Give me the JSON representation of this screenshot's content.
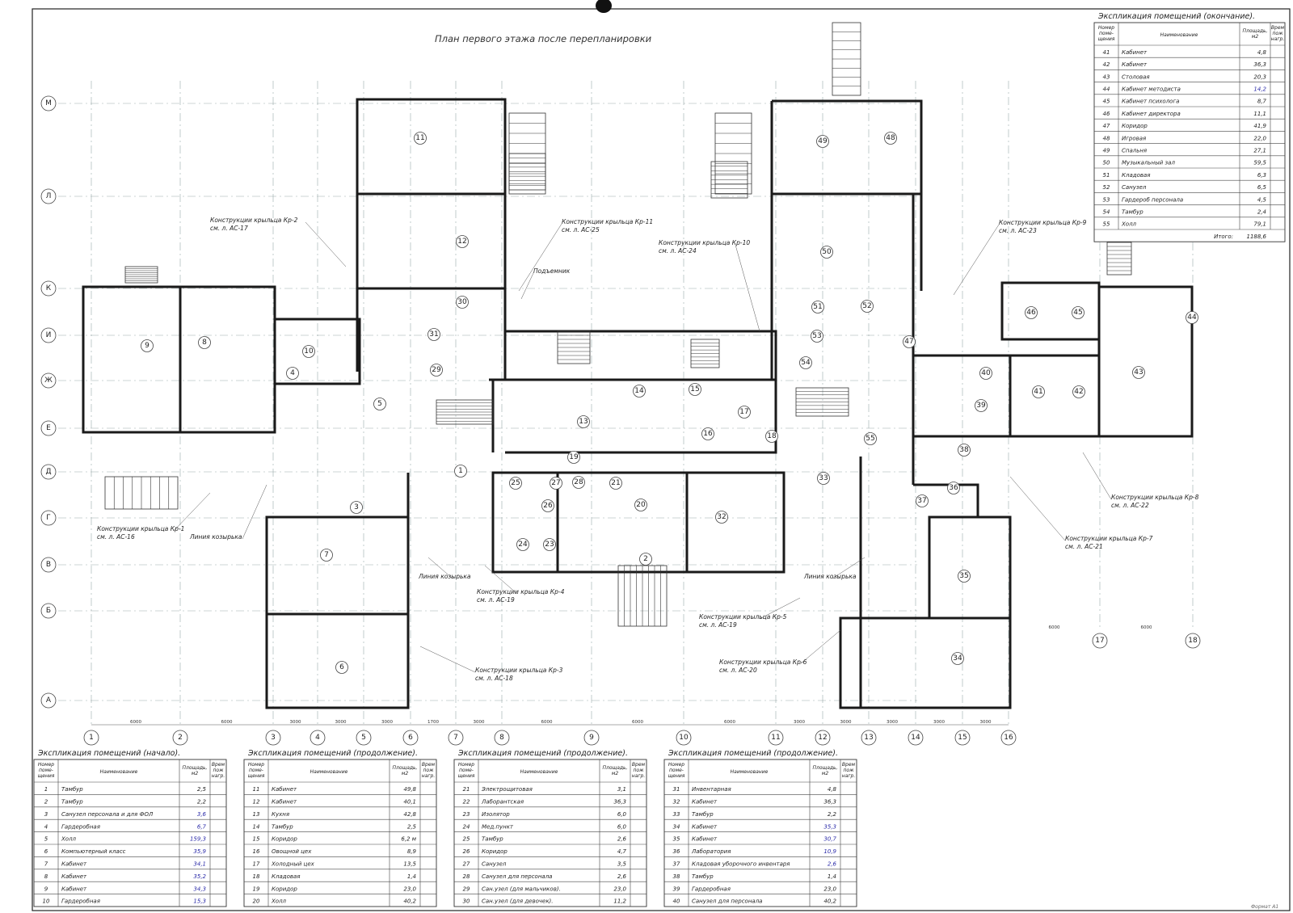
{
  "plan_title": "План первого этажа после перепланировки",
  "format_label": "Формат А1",
  "grid": {
    "columns": [
      "1",
      "2",
      "3",
      "4",
      "5",
      "6",
      "7",
      "8",
      "9",
      "10",
      "11",
      "12",
      "13",
      "14",
      "15",
      "16",
      "17",
      "18"
    ],
    "rows": [
      "М",
      "Л",
      "К",
      "И",
      "Ж",
      "Е",
      "Д",
      "Г",
      "В",
      "Б",
      "А"
    ],
    "col_spacings": [
      "6000",
      "6000",
      "3000",
      "3000",
      "3000",
      "1700",
      "3000",
      "6000",
      "6000",
      "6000",
      "3000",
      "3000",
      "3000",
      "3000",
      "3000",
      "6000",
      "6000"
    ]
  },
  "rooms": [
    {
      "n": "1"
    },
    {
      "n": "2"
    },
    {
      "n": "3"
    },
    {
      "n": "4"
    },
    {
      "n": "5"
    },
    {
      "n": "6"
    },
    {
      "n": "7"
    },
    {
      "n": "8"
    },
    {
      "n": "9"
    },
    {
      "n": "10"
    },
    {
      "n": "11"
    },
    {
      "n": "12"
    },
    {
      "n": "13"
    },
    {
      "n": "14"
    },
    {
      "n": "15"
    },
    {
      "n": "16"
    },
    {
      "n": "17"
    },
    {
      "n": "18"
    },
    {
      "n": "19"
    },
    {
      "n": "20"
    },
    {
      "n": "21"
    },
    {
      "n": "23"
    },
    {
      "n": "24"
    },
    {
      "n": "25"
    },
    {
      "n": "26"
    },
    {
      "n": "27"
    },
    {
      "n": "28"
    },
    {
      "n": "29"
    },
    {
      "n": "30"
    },
    {
      "n": "31"
    },
    {
      "n": "32"
    },
    {
      "n": "33"
    },
    {
      "n": "34"
    },
    {
      "n": "35"
    },
    {
      "n": "36"
    },
    {
      "n": "37"
    },
    {
      "n": "38"
    },
    {
      "n": "39"
    },
    {
      "n": "40"
    },
    {
      "n": "41"
    },
    {
      "n": "42"
    },
    {
      "n": "43"
    },
    {
      "n": "44"
    },
    {
      "n": "45"
    },
    {
      "n": "46"
    },
    {
      "n": "48"
    },
    {
      "n": "49"
    },
    {
      "n": "50"
    },
    {
      "n": "51"
    },
    {
      "n": "52"
    },
    {
      "n": "53"
    },
    {
      "n": "54"
    },
    {
      "n": "55"
    },
    {
      "n": "47"
    }
  ],
  "callouts": [
    {
      "line1": "Конструкции крыльца Кр-2",
      "line2": "см. л. АС-17"
    },
    {
      "line1": "Конструкции крыльца Кр-11",
      "line2": "см. л. АС-25"
    },
    {
      "line1": "Конструкции крыльца Кр-10",
      "line2": "см. л. АС-24"
    },
    {
      "line1": "Конструкции крыльца Кр-9",
      "line2": "см. л. АС-23"
    },
    {
      "line1": "Подъемник",
      "line2": ""
    },
    {
      "line1": "Конструкции крыльца Кр-1",
      "line2": "см. л. АС-16"
    },
    {
      "line1": "Линия козырька",
      "line2": ""
    },
    {
      "line1": "Линия козырька",
      "line2": ""
    },
    {
      "line1": "Конструкции крыльца Кр-4",
      "line2": "см. л. АС-19"
    },
    {
      "line1": "Линия козырька",
      "line2": ""
    },
    {
      "line1": "Конструкции крыльца Кр-5",
      "line2": "см. л. АС-19"
    },
    {
      "line1": "Конструкции крыльца Кр-3",
      "line2": "см. л. АС-18"
    },
    {
      "line1": "Конструкции крыльца Кр-6",
      "line2": "см. л. АС-20"
    },
    {
      "line1": "Конструкции крыльца Кр-8",
      "line2": "см. л. АС-22"
    },
    {
      "line1": "Конструкции крыльца Кр-7",
      "line2": "см. л. АС-21"
    }
  ],
  "table_headers": {
    "num": "Номер поме- щения",
    "name": "Наименование",
    "area": "Площадь, м2",
    "cat": "Врем пож нагр."
  },
  "tables": [
    {
      "title": "Экспликация помещений (начало).",
      "rows": [
        {
          "n": "1",
          "name": "Тамбур",
          "area": "2,5",
          "blue": false
        },
        {
          "n": "2",
          "name": "Тамбур",
          "area": "2,2",
          "blue": false
        },
        {
          "n": "3",
          "name": "Санузел персонала и для ФОЛ",
          "area": "3,6",
          "blue": true
        },
        {
          "n": "4",
          "name": "Гардеробная",
          "area": "6,7",
          "blue": true
        },
        {
          "n": "5",
          "name": "Холл",
          "area": "159,3",
          "blue": true
        },
        {
          "n": "6",
          "name": "Компьютерный класс",
          "area": "35,9",
          "blue": true
        },
        {
          "n": "7",
          "name": "Кабинет",
          "area": "34,1",
          "blue": true
        },
        {
          "n": "8",
          "name": "Кабинет",
          "area": "35,2",
          "blue": true
        },
        {
          "n": "9",
          "name": "Кабинет",
          "area": "34,3",
          "blue": true
        },
        {
          "n": "10",
          "name": "Гардеробная",
          "area": "15,3",
          "blue": true
        }
      ]
    },
    {
      "title": "Экспликация помещений (продолжение).",
      "rows": [
        {
          "n": "11",
          "name": "Кабинет",
          "area": "49,8",
          "blue": false
        },
        {
          "n": "12",
          "name": "Кабинет",
          "area": "40,1",
          "blue": false
        },
        {
          "n": "13",
          "name": "Кухня",
          "area": "42,8",
          "blue": false
        },
        {
          "n": "14",
          "name": "Тамбур",
          "area": "2,5",
          "blue": false
        },
        {
          "n": "15",
          "name": "Коридор",
          "area": "6,2 м",
          "blue": false
        },
        {
          "n": "16",
          "name": "Овощной цех",
          "area": "8,9",
          "blue": false
        },
        {
          "n": "17",
          "name": "Холодный цех",
          "area": "13,5",
          "blue": false
        },
        {
          "n": "18",
          "name": "Кладовая",
          "area": "1,4",
          "blue": false
        },
        {
          "n": "19",
          "name": "Коридор",
          "area": "23,0",
          "blue": false
        },
        {
          "n": "20",
          "name": "Холл",
          "area": "40,2",
          "blue": false
        }
      ]
    },
    {
      "title": "Экспликация помещений (продолжение).",
      "rows": [
        {
          "n": "21",
          "name": "Электрощитовая",
          "area": "3,1",
          "blue": false
        },
        {
          "n": "22",
          "name": "Лаборантская",
          "area": "36,3",
          "blue": false
        },
        {
          "n": "23",
          "name": "Изолятор",
          "area": "6,0",
          "blue": false
        },
        {
          "n": "24",
          "name": "Мед.пункт",
          "area": "6,0",
          "blue": false
        },
        {
          "n": "25",
          "name": "Тамбур",
          "area": "2,6",
          "blue": false
        },
        {
          "n": "26",
          "name": "Коридор",
          "area": "4,7",
          "blue": false
        },
        {
          "n": "27",
          "name": "Санузел",
          "area": "3,5",
          "blue": false
        },
        {
          "n": "28",
          "name": "Санузел для персонала",
          "area": "2,6",
          "blue": false
        },
        {
          "n": "29",
          "name": "Сан.узел (для мальчиков).",
          "area": "23,0",
          "blue": false
        },
        {
          "n": "30",
          "name": "Сан.узел (для девочек).",
          "area": "11,2",
          "blue": false
        }
      ]
    },
    {
      "title": "Экспликация помещений (продолжение).",
      "rows": [
        {
          "n": "31",
          "name": "Инвентарная",
          "area": "4,8",
          "blue": false
        },
        {
          "n": "32",
          "name": "Кабинет",
          "area": "36,3",
          "blue": false
        },
        {
          "n": "33",
          "name": "Тамбур",
          "area": "2,2",
          "blue": false
        },
        {
          "n": "34",
          "name": "Кабинет",
          "area": "35,3",
          "blue": true
        },
        {
          "n": "35",
          "name": "Кабинет",
          "area": "30,7",
          "blue": true
        },
        {
          "n": "36",
          "name": "Лаборатория",
          "area": "10,9",
          "blue": true
        },
        {
          "n": "37",
          "name": "Кладовая уборочного инвентаря",
          "area": "2,6",
          "blue": true
        },
        {
          "n": "38",
          "name": "Тамбур",
          "area": "1,4",
          "blue": false
        },
        {
          "n": "39",
          "name": "Гардеробная",
          "area": "23,0",
          "blue": false
        },
        {
          "n": "40",
          "name": "Санузел для персонала",
          "area": "40,2",
          "blue": false
        }
      ]
    },
    {
      "title": "Экспликация помещений (окончание).",
      "rows": [
        {
          "n": "41",
          "name": "Кабинет",
          "area": "4,8",
          "blue": false
        },
        {
          "n": "42",
          "name": "Кабинет",
          "area": "36,3",
          "blue": false
        },
        {
          "n": "43",
          "name": "Столовая",
          "area": "20,3",
          "blue": false
        },
        {
          "n": "44",
          "name": "Кабинет методиста",
          "area": "14,2",
          "blue": true
        },
        {
          "n": "45",
          "name": "Кабинет психолога",
          "area": "8,7",
          "blue": false
        },
        {
          "n": "46",
          "name": "Кабинет директора",
          "area": "11,1",
          "blue": false
        },
        {
          "n": "47",
          "name": "Коридор",
          "area": "41,9",
          "blue": false
        },
        {
          "n": "48",
          "name": "Игровая",
          "area": "22,0",
          "blue": false
        },
        {
          "n": "49",
          "name": "Спальня",
          "area": "27,1",
          "blue": false
        },
        {
          "n": "50",
          "name": "Музыкальный зал",
          "area": "59,5",
          "blue": false
        },
        {
          "n": "51",
          "name": "Кладовая",
          "area": "6,3",
          "blue": false
        },
        {
          "n": "52",
          "name": "Санузел",
          "area": "6,5",
          "blue": false
        },
        {
          "n": "53",
          "name": "Гардероб персонала",
          "area": "4,5",
          "blue": false
        },
        {
          "n": "54",
          "name": "Тамбур",
          "area": "2,4",
          "blue": false
        },
        {
          "n": "55",
          "name": "Холл",
          "area": "79,1",
          "blue": false
        }
      ],
      "total_label": "Итого:",
      "total_value": "1188,6"
    }
  ],
  "colors": {
    "wall": "#1a1a1a",
    "axis": "#9aa",
    "blue_value": "#2a2aa8",
    "accent_red": "#c0282a"
  }
}
